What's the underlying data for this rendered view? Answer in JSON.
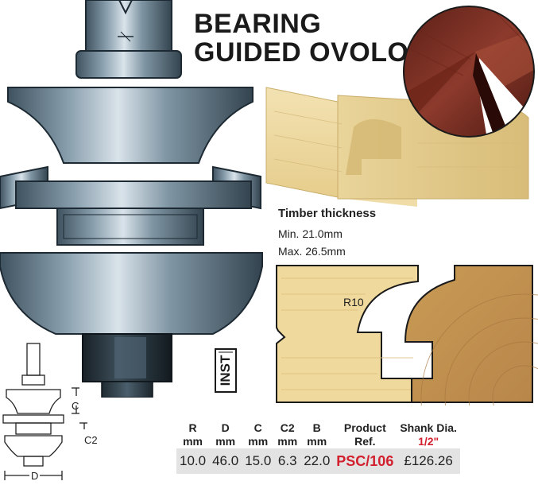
{
  "title": {
    "line1": "BEARING",
    "line2": "GUIDED OVOLO"
  },
  "timber": {
    "heading": "Timber thickness",
    "min": "Min. 21.0mm",
    "max": "Max. 26.5mm"
  },
  "profile_label": "R10",
  "inst_label": "INST",
  "diagram_labels": {
    "c": "C",
    "c2": "C2",
    "d": "D"
  },
  "spec_table": {
    "headers": [
      {
        "top": "R",
        "bottom": "mm"
      },
      {
        "top": "D",
        "bottom": "mm"
      },
      {
        "top": "C",
        "bottom": "mm"
      },
      {
        "top": "C2",
        "bottom": "mm"
      },
      {
        "top": "B",
        "bottom": "mm"
      },
      {
        "top": "Product",
        "bottom": "Ref."
      },
      {
        "top": "Shank Dia.",
        "bottom": "1/2\""
      }
    ],
    "row": {
      "r": "10.0",
      "d": "46.0",
      "c": "15.0",
      "c2": "6.3",
      "b": "22.0",
      "ref": "PSC/106",
      "price": "£126.26"
    }
  },
  "colors": {
    "accent_red": "#d2202f",
    "row_bg": "#e3e3e3",
    "steel": "#5f7584",
    "wood": "#e9d39a"
  }
}
